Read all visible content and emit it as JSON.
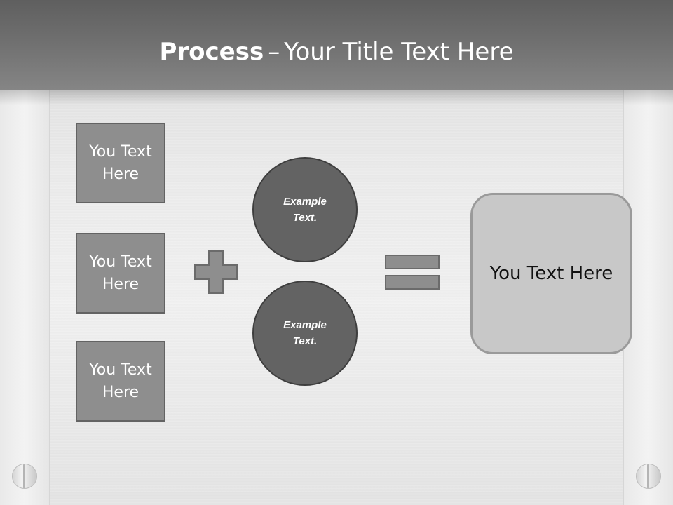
{
  "slide": {
    "title": {
      "bold": "Process",
      "dash": "–",
      "rest": "Your Title Text Here"
    },
    "inputs": [
      {
        "line1": "You Text",
        "line2": "Here"
      },
      {
        "line1": "You Text",
        "line2": "Here"
      },
      {
        "line1": "You Text",
        "line2": "Here"
      }
    ],
    "circles": [
      {
        "line1": "Example",
        "line2": "Text."
      },
      {
        "line1": "Example",
        "line2": "Text."
      }
    ],
    "result": "You Text Here",
    "icons": {
      "plus": "plus-icon",
      "equals": "equals-icon",
      "bolts": "bolt-icon"
    },
    "colors": {
      "header": "#6f6f6f",
      "box_fill": "#8e8e8e",
      "circle_fill": "#636363",
      "result_fill": "#c8c8c8"
    }
  }
}
